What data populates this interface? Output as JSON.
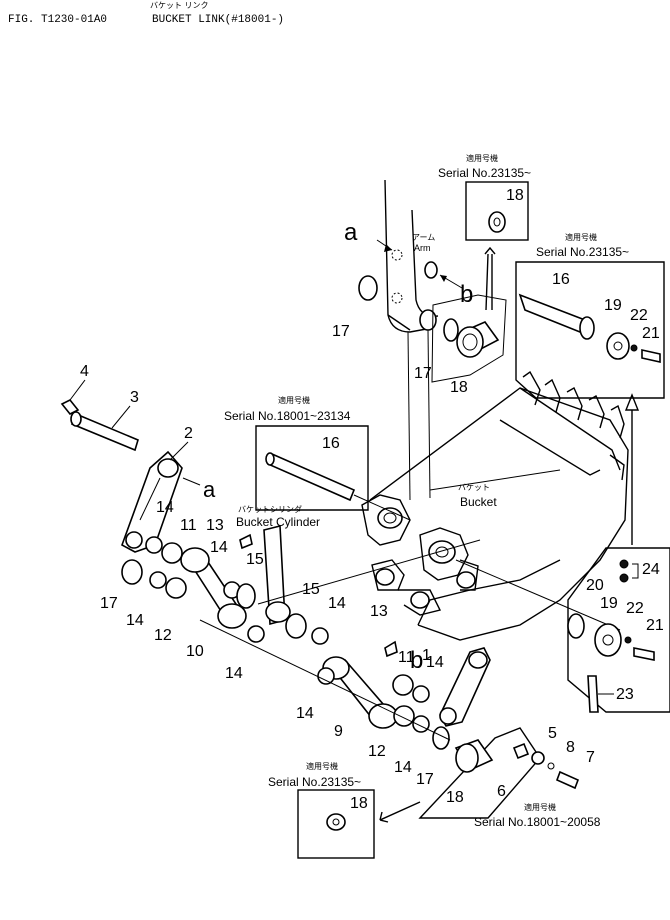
{
  "header": {
    "fig_label": "FIG. T1230-01A0",
    "title_jp": "バケット リンク",
    "title_en": "BUCKET LINK(#18001-)"
  },
  "serial_boxes": {
    "top": {
      "jp": "適用号機",
      "serial": "Serial No.23135~"
    },
    "right": {
      "jp": "適用号機",
      "serial": "Serial No.23135~"
    },
    "left": {
      "jp": "適用号機",
      "serial": "Serial No.18001~23134"
    },
    "bottom_left": {
      "jp": "適用号機",
      "serial": "Serial No.23135~"
    },
    "bottom_right": {
      "jp": "適用号機",
      "serial": "Serial No.18001~20058"
    }
  },
  "labels": {
    "arm_jp": "アーム",
    "arm_en": "Arm",
    "bucket_jp": "バケット",
    "bucket_en": "Bucket",
    "cyl_jp": "バケットシリンダ",
    "cyl_en": "Bucket Cylinder",
    "ref_a": "a",
    "ref_b": "b"
  },
  "callouts": {
    "p1": "1",
    "p2": "2",
    "p3": "3",
    "p4": "4",
    "p5": "5",
    "p6": "6",
    "p7": "7",
    "p8": "8",
    "p9": "9",
    "p10": "10",
    "p11": "11",
    "p12": "12",
    "p13": "13",
    "p14": "14",
    "p15": "15",
    "p16": "16",
    "p17": "17",
    "p18": "18",
    "p19": "19",
    "p20": "20",
    "p21": "21",
    "p22": "22",
    "p23": "23",
    "p24": "24"
  }
}
